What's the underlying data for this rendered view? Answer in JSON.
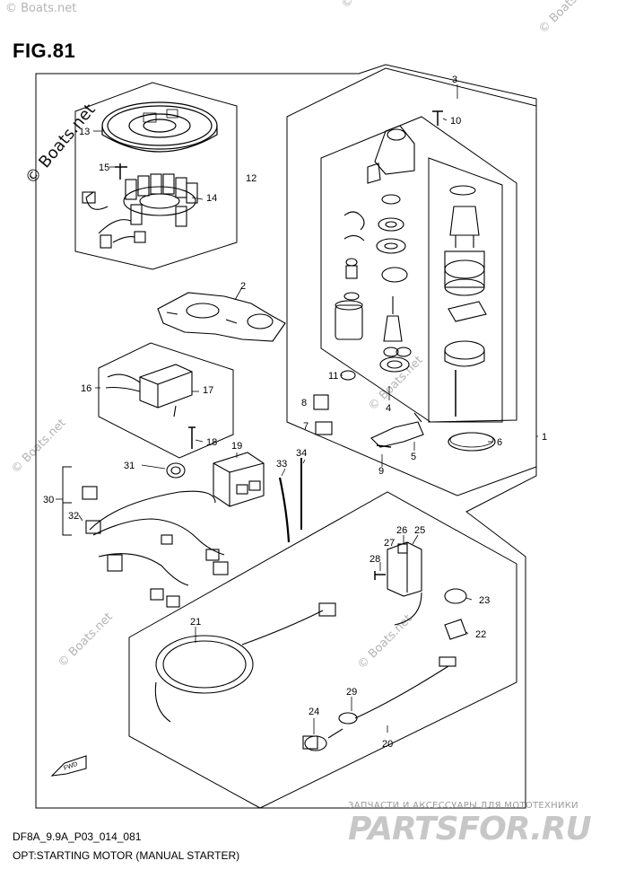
{
  "figure": {
    "title": "FIG.81",
    "diagram_code": "DF8A_9.9A_P03_014_081",
    "caption": "OPT:STARTING MOTOR (MANUAL STARTER)",
    "direction_label": "FWD"
  },
  "callouts": [
    "1",
    "2",
    "3",
    "4",
    "5",
    "6",
    "7",
    "8",
    "9",
    "10",
    "11",
    "12",
    "13",
    "14",
    "15",
    "16",
    "17",
    "18",
    "19",
    "20",
    "21",
    "22",
    "23",
    "24",
    "25",
    "26",
    "27",
    "28",
    "29",
    "30",
    "31",
    "32",
    "33",
    "34"
  ],
  "watermarks": {
    "site_mark": "© Boats.net",
    "faint": "© Boats.net"
  },
  "branding": {
    "tagline": "ЗАПЧАСТИ И АКСЕССУАРЫ ДЛЯ МОТОТЕХНИКИ",
    "logo": "PARTSFOR.RU"
  },
  "colors": {
    "line": "#000000",
    "watermark": "#b4b4b4",
    "logo": "#c7c7c7"
  }
}
